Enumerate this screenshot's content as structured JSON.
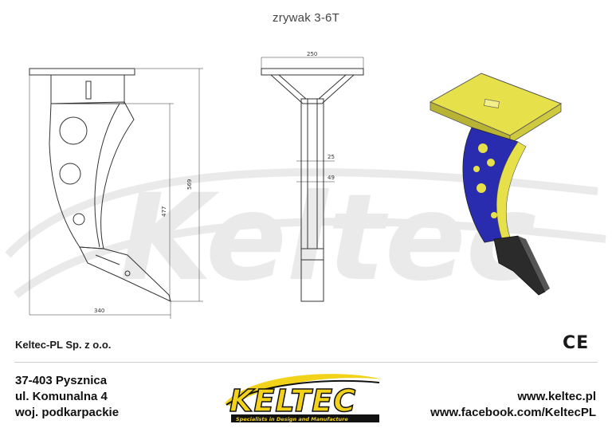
{
  "title": "zrywak 3-6T",
  "dimensions": {
    "width_side": "340",
    "height_total": "569",
    "height_tooth": "477",
    "width_front": "250",
    "front_dim_a": "25",
    "front_dim_b": "49"
  },
  "company": {
    "name": "Keltec-PL Sp. z o.o.",
    "ce_mark": "CE",
    "address": [
      "37-403 Pysznica",
      "ul. Komunalna 4",
      "woj. podkarpackie"
    ],
    "website": "www.keltec.pl",
    "facebook": "www.facebook.com/KeltecPL"
  },
  "logo": {
    "text": "KELTEC",
    "tagline": "Specialists in Design and Manufacture"
  },
  "colors": {
    "model_yellow": "#e6e04a",
    "model_blue": "#2a2cb0",
    "model_dark": "#2b2b2b",
    "logo_yellow": "#f3d21a"
  }
}
